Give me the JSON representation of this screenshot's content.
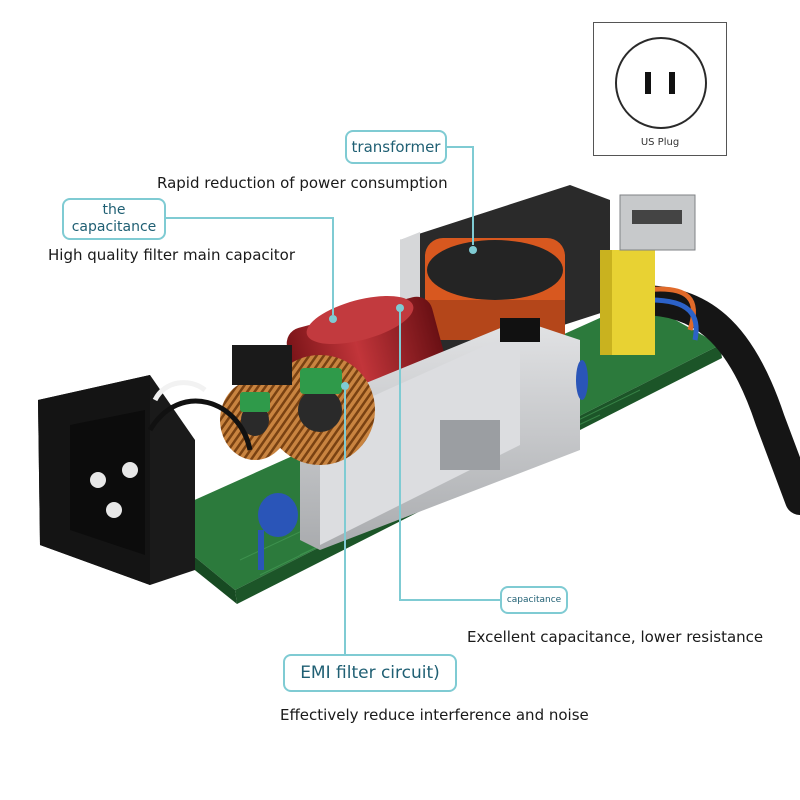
{
  "callouts": {
    "transformer": {
      "label": "transformer",
      "description": "Rapid reduction of power consumption"
    },
    "the_capacitance": {
      "label_line1": "the",
      "label_line2": "capacitance",
      "description": "High quality filter main capacitor"
    },
    "capacitance": {
      "label": "capacitance",
      "description": "Excellent capacitance, lower resistance"
    },
    "emi_filter": {
      "label": "EMI filter circuit)",
      "description": "Effectively reduce interference and noise"
    }
  },
  "plug_card": {
    "label": "US Plug"
  },
  "colors": {
    "callout_border": "#7fcbd3",
    "callout_text": "#1f5f73",
    "pcb_green": "#2c7a3c",
    "capacitor_red": "#a8262a",
    "transformer_orange": "#d8581f",
    "shield_gray": "#c7c9cb",
    "socket_black": "#141414"
  }
}
